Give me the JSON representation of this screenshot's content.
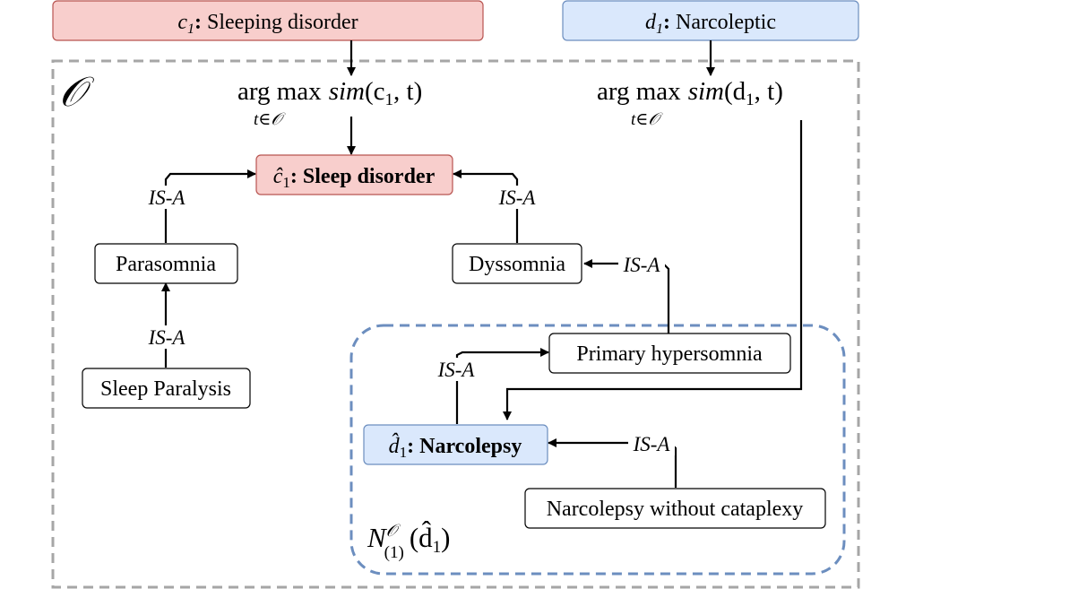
{
  "inputs": {
    "c1": {
      "var": "c",
      "sub": "1",
      "sep": ":",
      "label": " Sleeping disorder",
      "fill": "#f8cecc",
      "stroke": "#b85450"
    },
    "d1": {
      "var": "d",
      "sub": "1",
      "sep": ":",
      "label": " Narcoleptic",
      "fill": "#dae8fc",
      "stroke": "#6c8ebf"
    }
  },
  "ontology_symbol": "𝒪",
  "argmax": {
    "c": {
      "op": "arg max",
      "func": "sim",
      "args": "(c",
      "sub": "1",
      "tail": ", t)",
      "under": "t∈𝒪"
    },
    "d": {
      "op": "arg max",
      "func": "sim",
      "args": "(d",
      "sub": "1",
      "tail": ", t)",
      "under": "t∈𝒪"
    }
  },
  "nodes": {
    "sleep_disorder": {
      "var": "ĉ",
      "sub": "1",
      "label": ": Sleep disorder",
      "fill": "#f8cecc",
      "stroke": "#b85450"
    },
    "parasomnia": {
      "label": "Parasomnia"
    },
    "dyssomnia": {
      "label": "Dyssomnia"
    },
    "sleep_paralysis": {
      "label": "Sleep Paralysis"
    },
    "primary_hypersomnia": {
      "label": "Primary hypersomnia"
    },
    "narcolepsy": {
      "var": "d̂",
      "sub": "1",
      "label": ": Narcolepsy",
      "fill": "#dae8fc",
      "stroke": "#6c8ebf"
    },
    "narcolepsy_without_cataplexy": {
      "label": "Narcolepsy without cataplexy"
    }
  },
  "edge_label": "IS-A",
  "neighborhood": {
    "N": "N",
    "sup": "𝒪",
    "sub": "(1)",
    "arg": "(d̂",
    "argsub": "1",
    "close": ")"
  },
  "colors": {
    "ontology_border": "#a6a6a6",
    "neighborhood_border": "#6c8ebf"
  }
}
